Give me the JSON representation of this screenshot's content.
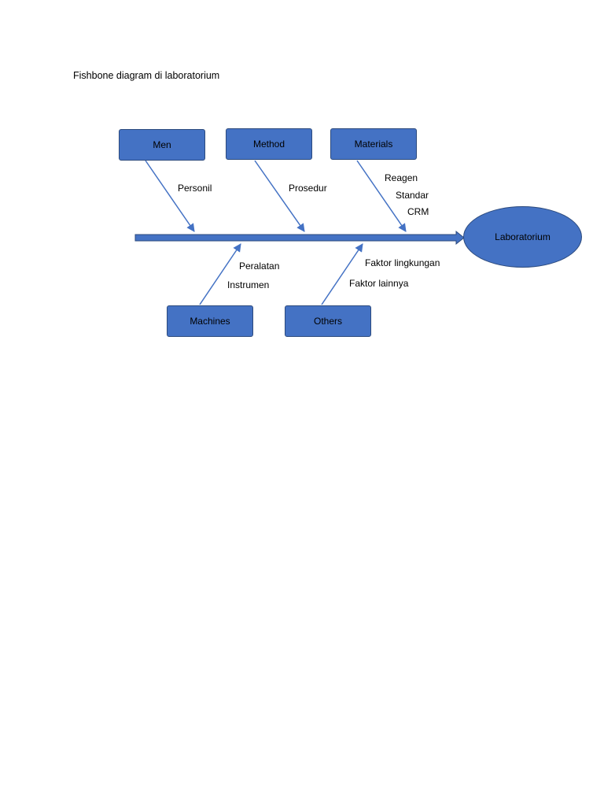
{
  "title": "Fishbone diagram di laboratorium",
  "colors": {
    "box_fill": "#4472c4",
    "box_border": "#2c4a7d",
    "arrow": "#4472c4",
    "arrow_border": "#2c4a7d"
  },
  "effect": {
    "label": "Laboratorium"
  },
  "categories": {
    "men": {
      "label": "Men",
      "causes": [
        "Personil"
      ]
    },
    "method": {
      "label": "Method",
      "causes": [
        "Prosedur"
      ]
    },
    "materials": {
      "label": "Materials",
      "causes": [
        "Reagen",
        "Standar",
        "CRM"
      ]
    },
    "machines": {
      "label": "Machines",
      "causes": [
        "Peralatan",
        "Instrumen"
      ]
    },
    "others": {
      "label": "Others",
      "causes": [
        "Faktor lingkungan",
        "Faktor lainnya"
      ]
    }
  }
}
